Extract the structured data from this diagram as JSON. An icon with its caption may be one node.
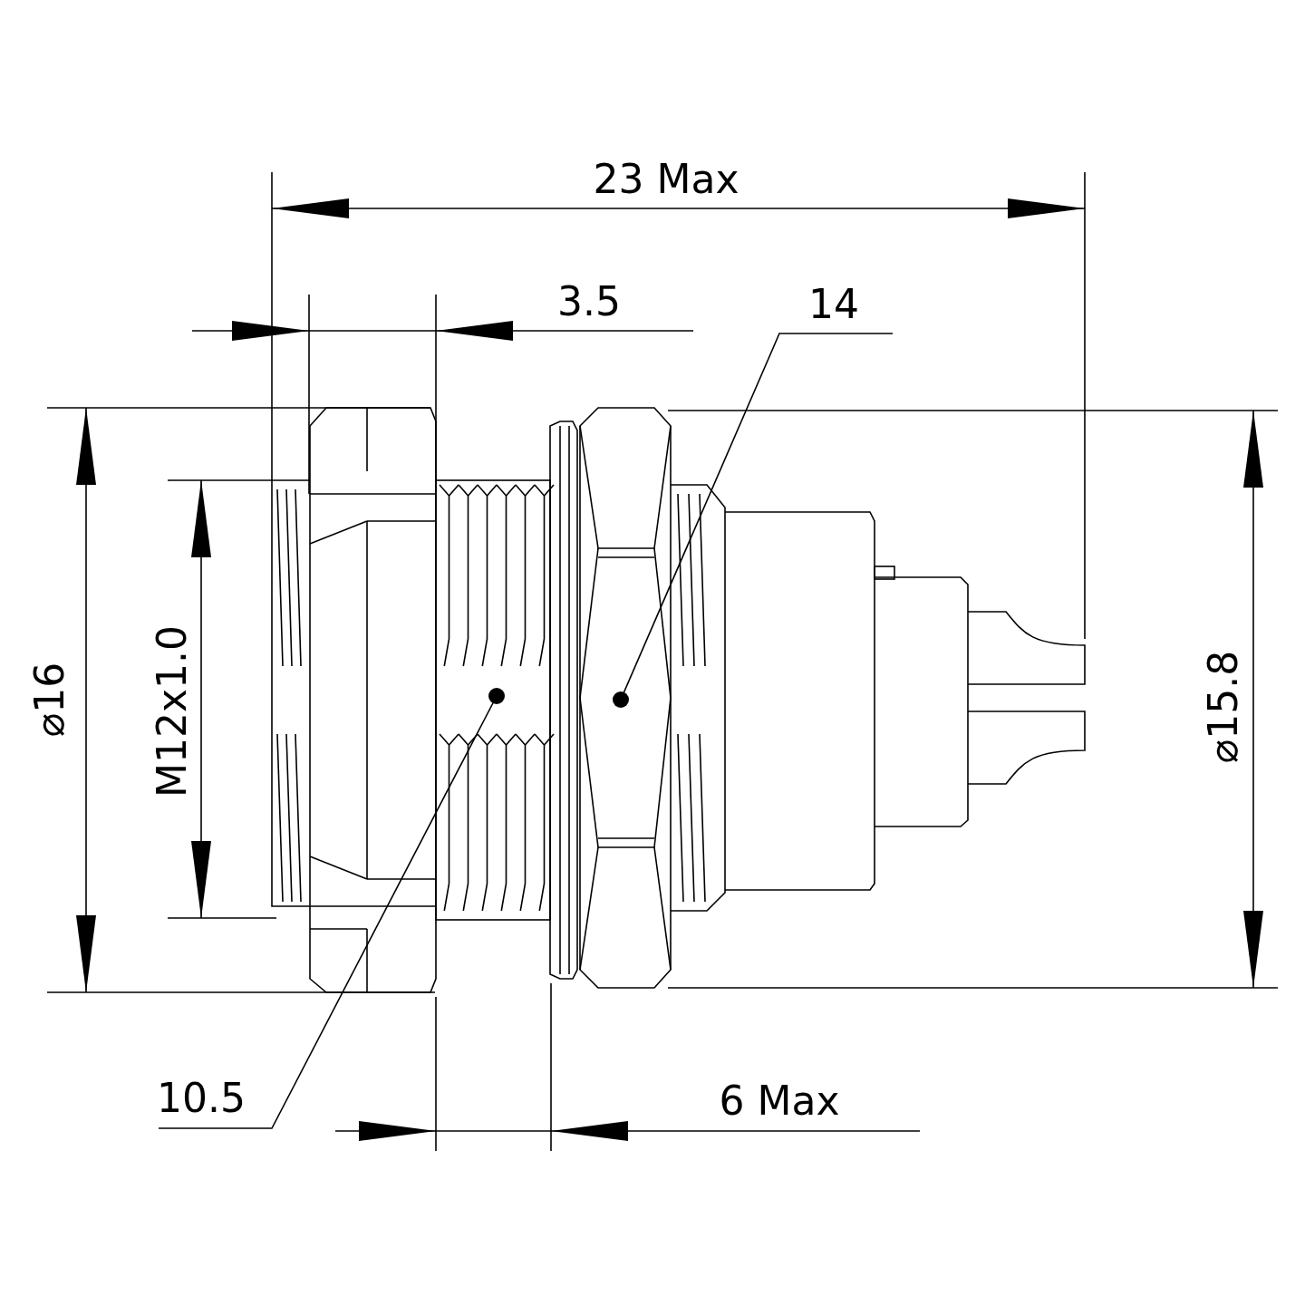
{
  "diagram": {
    "nodes": [
      {
        "text": [
          "14"
        ]
      },
      {
        "text": [],
        "shape": "picture"
      },
      {
        "text": [
          "10.5"
        ]
      },
      {
        "text": [],
        "shape": "picture"
      }
    ],
    "edges": [
      {
        "from": 0,
        "to": 3,
        "arrow": "other"
      },
      {
        "from": 2,
        "to": 1,
        "arrow": "other"
      }
    ],
    "labels": [
      "23 Max",
      "3.5",
      "⌀16",
      "M12x1.0",
      "⌀15.8",
      "6 Max"
    ]
  }
}
